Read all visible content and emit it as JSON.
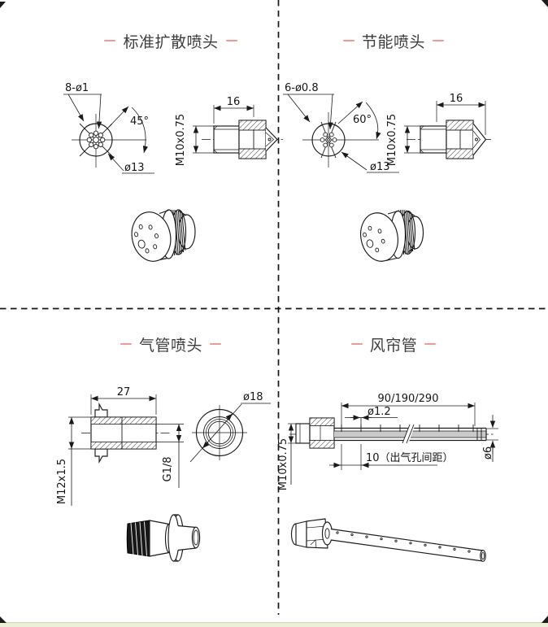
{
  "page": {
    "background": "#ffffff",
    "accent_dash": "#f09a96",
    "line_color": "#1a1a1a",
    "title_color": "#3d3d3d",
    "footer_strip": "#edf0d8"
  },
  "panels": {
    "standard": {
      "title": "标准扩散喷头",
      "holes": "8-ø1",
      "angle": "45°",
      "diameter": "ø13",
      "thread": "M10x0.75",
      "length": "16"
    },
    "energy": {
      "title": "节能喷头",
      "holes": "6-ø0.8",
      "angle": "60°",
      "diameter": "ø13",
      "thread": "M10x0.75",
      "length": "16"
    },
    "air_pipe": {
      "title": "气管喷头",
      "length": "27",
      "diameter": "ø18",
      "thread": "M12x1.5",
      "port": "G1/8"
    },
    "air_curtain": {
      "title": "风帘管",
      "lengths": "90/190/290",
      "hole_diameter": "ø1.2",
      "hole_spacing": "10（出气孔间距）",
      "thread": "M10x0.75",
      "tube_diameter": "ø6"
    }
  }
}
